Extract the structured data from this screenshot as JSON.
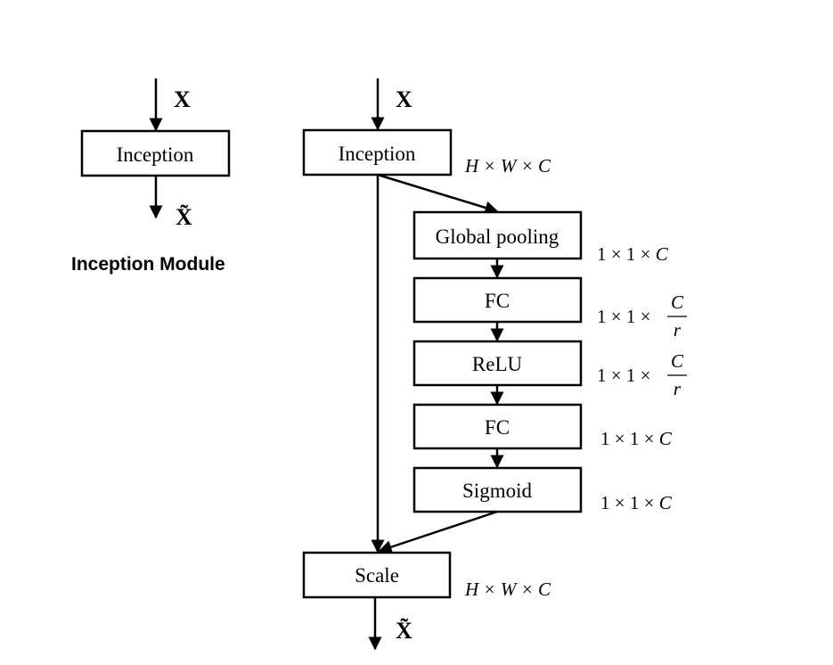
{
  "left_module": {
    "input_label": "X",
    "block_label": "Inception",
    "output_label": "X̃",
    "caption": "Inception Module"
  },
  "right_module": {
    "input_label": "X",
    "output_label": "X̃",
    "blocks": {
      "inception": "Inception",
      "global_pooling": "Global pooling",
      "fc1": "FC",
      "relu": "ReLU",
      "fc2": "FC",
      "sigmoid": "Sigmoid",
      "scale": "Scale"
    },
    "dims": {
      "inception": {
        "prefix": "",
        "expr": "H × W × C"
      },
      "global_pooling": {
        "prefix": "1 × 1 × ",
        "var": "C"
      },
      "fc1": {
        "prefix": "1 × 1 × ",
        "num": "C",
        "den": "r"
      },
      "relu": {
        "prefix": "1 × 1 × ",
        "num": "C",
        "den": "r"
      },
      "fc2": {
        "prefix": "1 × 1 × ",
        "var": "C"
      },
      "sigmoid": {
        "prefix": "1 × 1 × ",
        "var": "C"
      },
      "scale": {
        "prefix": "",
        "expr": "H × W × C"
      }
    }
  }
}
